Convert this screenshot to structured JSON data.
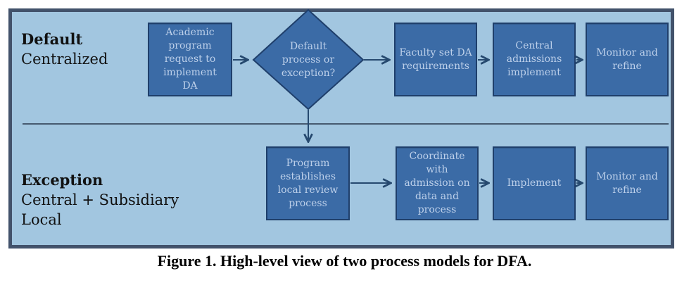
{
  "colors": {
    "frame-border": "#42526b",
    "frame-bg": "#a2c6e0",
    "box-fill": "#3b6ba6",
    "box-border": "#1f3f6b",
    "box-text": "#bdd0ea",
    "arrow": "#26496f",
    "divider": "#46596f",
    "label-text": "#111111"
  },
  "lanes": {
    "default": {
      "title": "Default",
      "subtitle": "Centralized"
    },
    "exception": {
      "title": "Exception",
      "subtitle": "Central + Subsidiary",
      "subtitle2": "Local"
    }
  },
  "nodes": {
    "academic": "Academic\nprogram\nrequest to\nimplement\nDA",
    "decision": "Default\nprocess or\nexception?",
    "faculty": "Faculty set DA\nrequirements",
    "central": "Central\nadmissions\nimplement",
    "monitor_top": "Monitor and\nrefine",
    "program": "Program\nestablishes\nlocal review\nprocess",
    "coordinate": "Coordinate\nwith\nadmission on\ndata and\nprocess",
    "implement": "Implement",
    "monitor_bottom": "Monitor and\nrefine"
  },
  "caption": "Figure 1. High-level view of two process models for DFA."
}
